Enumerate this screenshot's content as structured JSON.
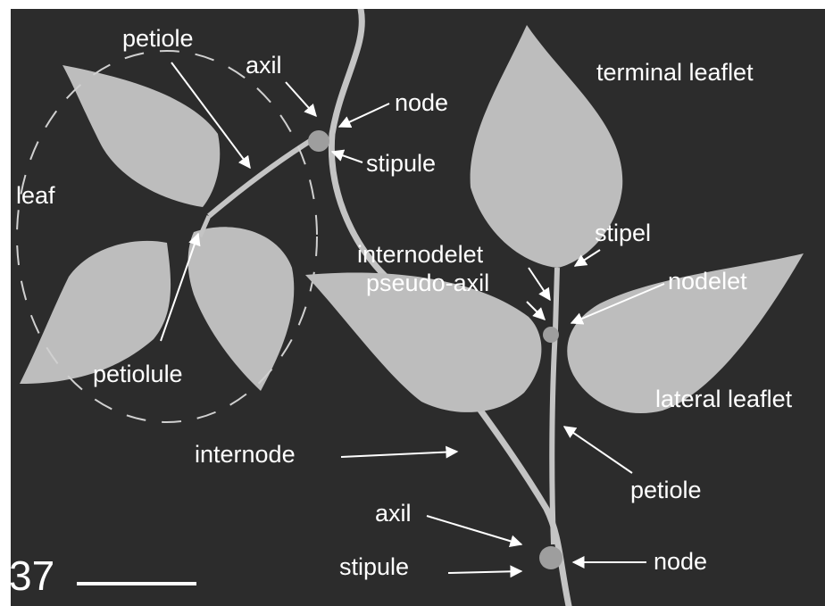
{
  "figure": {
    "number": "37",
    "colors": {
      "background": "#2c2c2c",
      "leaf": "#bdbdbd",
      "text": "#ffffff"
    }
  },
  "labels": {
    "petiole_top": "petiole",
    "axil_top": "axil",
    "node_top": "node",
    "stipule_top": "stipule",
    "leaf": "leaf",
    "petiolule": "petiolule",
    "terminal_leaflet": "terminal leaflet",
    "stipel": "stipel",
    "internodelet": "internodelet",
    "pseudo_axil": "pseudo-axil",
    "nodelet": "nodelet",
    "lateral_leaflet": "lateral leaflet",
    "internode": "internode",
    "petiole_bottom": "petiole",
    "axil_bottom": "axil",
    "stipule_bottom": "stipule",
    "node_bottom": "node"
  }
}
